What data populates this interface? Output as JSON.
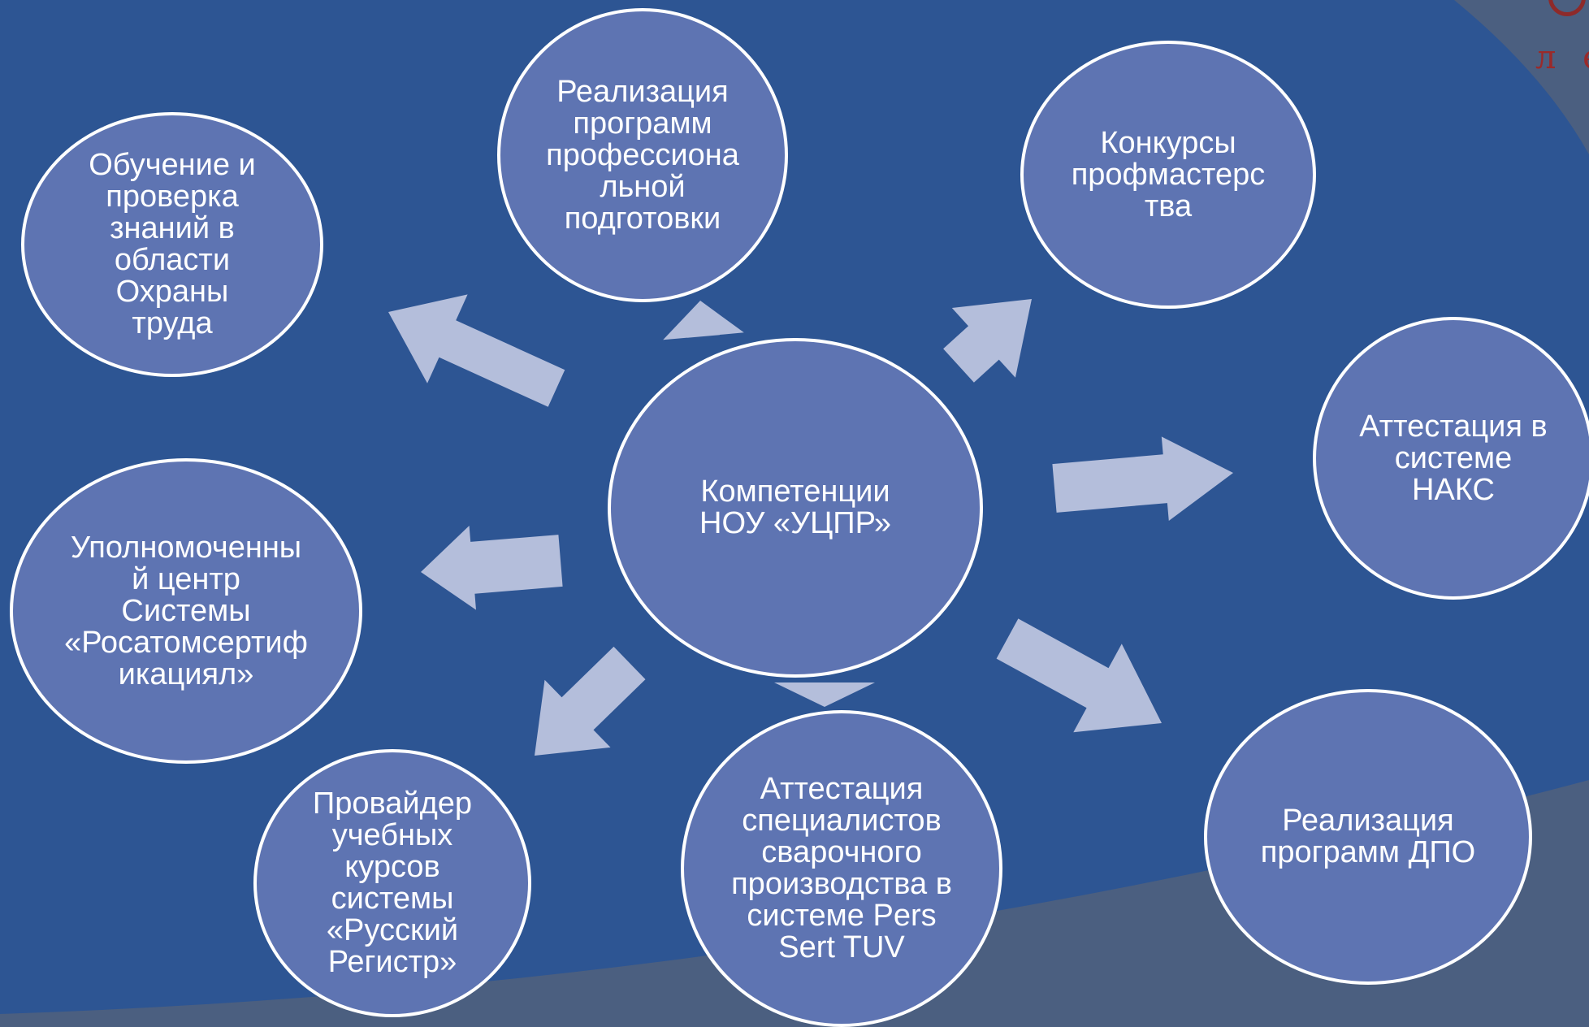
{
  "colors": {
    "background": "#2d5593",
    "node_fill": "#5e74b2",
    "node_border": "#ffffff",
    "arrow_fill": "#b4bedb",
    "corner_wedge": "#4b5f80",
    "logo_accent": "#9a2a2a"
  },
  "center_node": {
    "label": "Компетенции\nНОУ «УЦПР»"
  },
  "nodes": [
    {
      "id": "training-check",
      "label": "Обучение и\nпроверка\nзнаний в\nобласти\nОхраны\nтруда"
    },
    {
      "id": "prof-programs",
      "label": "Реализация\nпрограмм\nпрофессиона\nльной\nподготовки"
    },
    {
      "id": "contests",
      "label": "Конкурсы\nпрофмастерс\nтва"
    },
    {
      "id": "naks",
      "label": "Аттестация в\nсистеме\nНАКС"
    },
    {
      "id": "dpo",
      "label": "Реализация\nпрограмм ДПО"
    },
    {
      "id": "welding",
      "label": "Аттестация\nспециалистов\nсварочного\nпроизводства в\nсистеме Pers\nSert TUV"
    },
    {
      "id": "russian-register",
      "label": "Провайдер\nучебных\nкурсов\nсистемы\n«Русский\nРегистр»"
    },
    {
      "id": "rosatom",
      "label": "Уполномоченны\nй центр\nСистемы\n«Росатомсертиф\nикациял»"
    }
  ],
  "logo": {
    "text": "л е",
    "icon": "ring-logo-icon"
  }
}
